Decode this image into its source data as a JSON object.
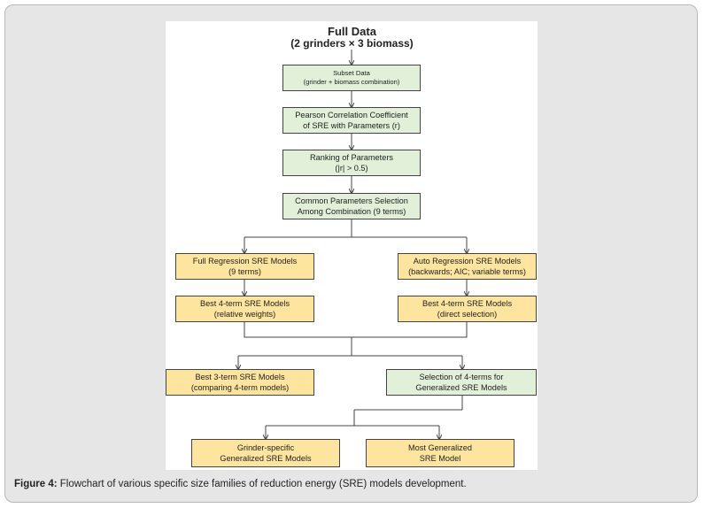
{
  "header": {
    "title": "Full Data",
    "subtitle": "(2 grinders × 3 biomass)"
  },
  "nodes": {
    "subset": {
      "line1": "Subset Data",
      "line2": "(grinder + biomass combination)"
    },
    "pearson": {
      "line1": "Pearson Correlation Coefficient",
      "line2": "of SRE with Parameters (r)"
    },
    "ranking": {
      "line1": "Ranking of Parameters",
      "line2": "(|r| > 0.5)"
    },
    "common": {
      "line1": "Common Parameters Selection",
      "line2": "Among Combination (9 terms)"
    },
    "full_reg": {
      "line1": "Full Regression SRE Models",
      "line2": "(9 terms)"
    },
    "auto_reg": {
      "line1": "Auto Regression SRE Models",
      "line2": "(backwards; AIC; variable terms)"
    },
    "best4_rel": {
      "line1": "Best 4-term SRE Models",
      "line2": "(relative weights)"
    },
    "best4_dir": {
      "line1": "Best 4-term SRE Models",
      "line2": "(direct selection)"
    },
    "best3": {
      "line1": "Best 3-term SRE Models",
      "line2": "(comparing 4-term models)"
    },
    "sel4": {
      "line1": "Selection of 4-terms for",
      "line2": "Generalized SRE Models"
    },
    "grinder": {
      "line1": "Grinder-specific",
      "line2": "Generalized SRE Models"
    },
    "most": {
      "line1": "Most Generalized",
      "line2": "SRE Model"
    }
  },
  "caption": {
    "label": "Figure 4:",
    "text": " Flowchart of various specific size families of reduction energy (SRE) models development."
  },
  "colors": {
    "green_fill": "#e2efd9",
    "yellow_fill": "#fde5a0",
    "border": "#444444",
    "frame": "#e6e6e6"
  }
}
